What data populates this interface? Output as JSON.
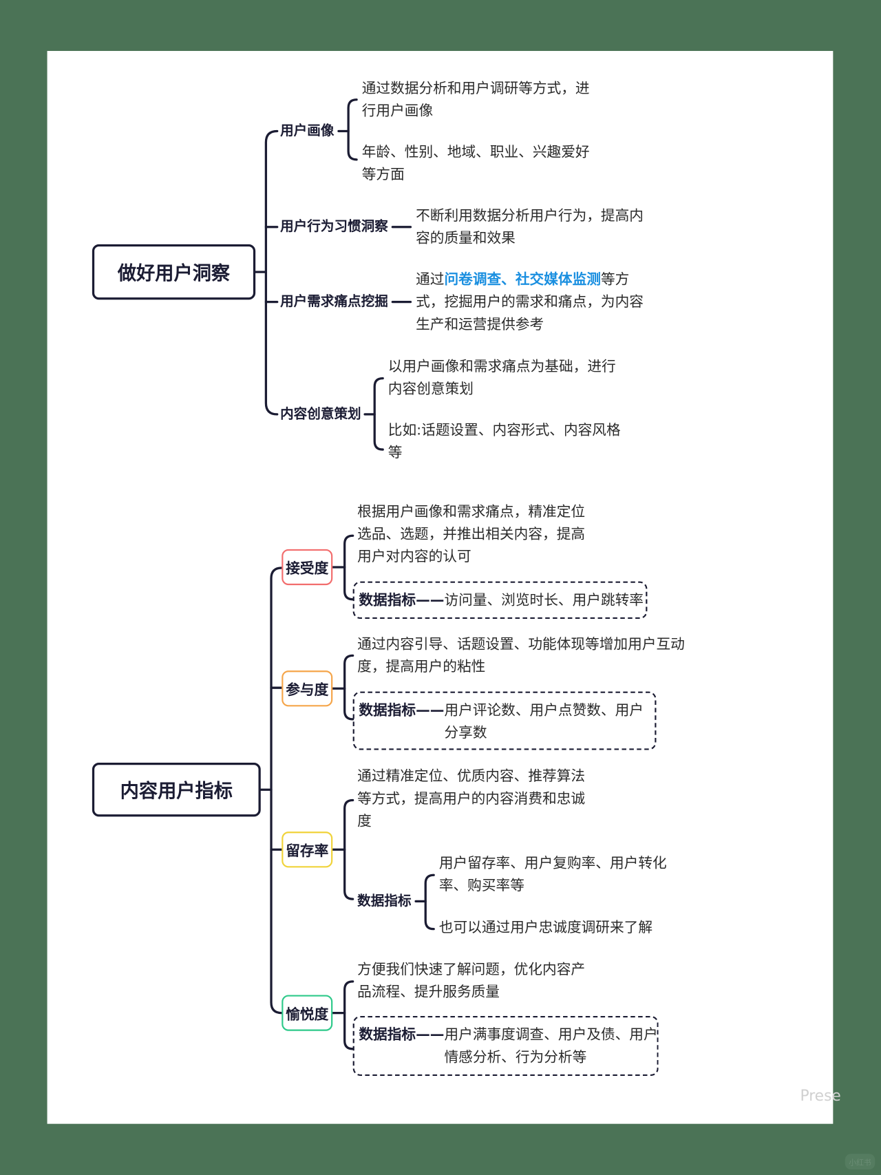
{
  "section1": {
    "root": "做好用户洞察",
    "branches": [
      {
        "label": "用户画像",
        "items": [
          "通过数据分析和用户调研等方式，进\n行用户画像",
          "年龄、性别、地域、职业、兴趣爱好\n等方面"
        ]
      },
      {
        "label": "用户行为习惯洞察",
        "items": [
          "不断利用数据分析用户行为，提高内\n容的质量和效果"
        ]
      },
      {
        "label": "用户需求痛点挖掘",
        "items_rich": {
          "pre": "通过",
          "highlight": "问卷调查、社交媒体监测",
          "post": "等方\n式，挖掘用户的需求和痛点，为内容\n生产和运营提供参考"
        }
      },
      {
        "label": "内容创意策划",
        "items": [
          "以用户画像和需求痛点为基础，进行\n内容创意策划",
          "比如:话题设置、内容形式、内容风格\n等"
        ]
      }
    ]
  },
  "section2": {
    "root": "内容用户指标",
    "nodes": [
      {
        "label": "接受度",
        "color": "#f26d6d",
        "desc": "根据用户画像和需求痛点，精准定位\n选品、选题，并推出相关内容，提高\n用户对内容的认可",
        "metric_label": "数据指标——",
        "metric": "访问量、浏览时长、用户跳转率"
      },
      {
        "label": "参与度",
        "color": "#f5a54a",
        "desc": "通过内容引导、话题设置、功能体现等增加用户互动\n度，提高用户的粘性",
        "metric_label": "数据指标——",
        "metric": "用户评论数、用户点赞数、用户\n分享数"
      },
      {
        "label": "留存率",
        "color": "#f0d33a",
        "desc": "通过精准定位、优质内容、推荐算法\n等方式，提高用户的内容消费和忠诚\n度",
        "metric_label": "数据指标",
        "metric_items": [
          "用户留存率、用户复购率、用户转化\n率、购买率等",
          "也可以通过用户忠诚度调研来了解"
        ]
      },
      {
        "label": "愉悦度",
        "color": "#2ec98a",
        "desc": "方便我们快速了解问题，优化内容产\n品流程、提升服务质量",
        "metric_label": "数据指标——",
        "metric": "用户满事度调查、用户及债、用户\n情感分析、行为分析等"
      }
    ]
  },
  "watermark": "Prese",
  "corner_watermark": "小红书"
}
